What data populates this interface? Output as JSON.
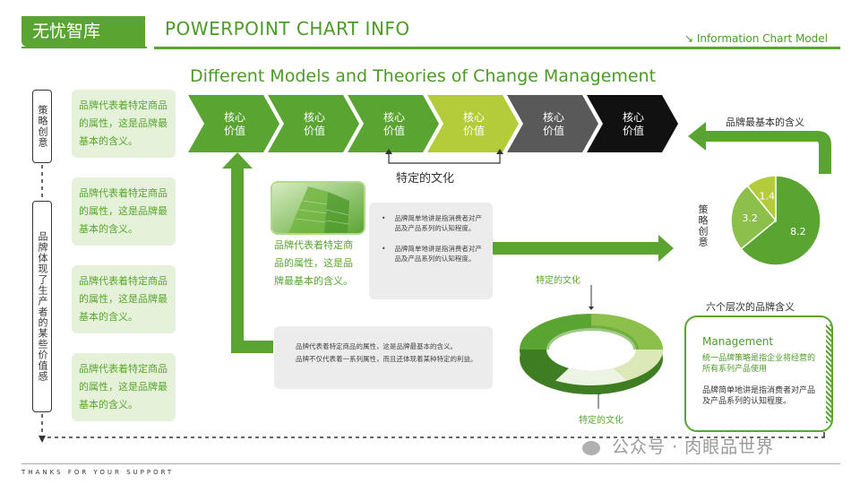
{
  "header": {
    "brand": "无忧智库",
    "title": "POWERPOINT CHART INFO",
    "subtitle": "Information Chart Model",
    "main_title": "Different Models and Theories of Change Management"
  },
  "left_vertical": {
    "top": "策略创意",
    "bottom": "品牌体现了生产者的某些价值感"
  },
  "left_boxes": [
    "品牌代表着特定商品的属性，这是品牌最基本的含义。",
    "品牌代表着特定商品的属性，这是品牌最基本的含义。",
    "品牌代表着特定商品的属性，这是品牌最基本的含义。",
    "品牌代表着特定商品的属性，这是品牌最基本的含义。"
  ],
  "chevrons": [
    {
      "label": "核心价值",
      "color": "#5aa532"
    },
    {
      "label": "核心价值",
      "color": "#5aa532"
    },
    {
      "label": "核心价值",
      "color": "#5aa532"
    },
    {
      "label": "核心价值",
      "color": "#b5cc3a"
    },
    {
      "label": "核心价值",
      "color": "#595959"
    },
    {
      "label": "核心价值",
      "color": "#111111"
    }
  ],
  "bracket_label": "特定的文化",
  "image_caption": "品牌代表着特定商品的属性，这是品牌最基本的含义。",
  "bullet_box": {
    "items": [
      "品牌简单地讲是指消费者对产品及产品系列的认知程度。",
      "品牌简单地讲是指消费者对产品及产品系列的认知程度。"
    ]
  },
  "bottom_box": {
    "line1": "品牌代表着特定商品的属性，这是品牌最基本的含义。",
    "line2": "品牌不仅代表着一系列属性，而且还体现着某种特定的利益。"
  },
  "donut": {
    "top_label": "特定的文化",
    "bottom_label": "特定的文化",
    "segment_colors": [
      "#5aa532",
      "#8cc04a",
      "#dce9b6",
      "#cfe2bd",
      "#3f7d22"
    ]
  },
  "pie": {
    "top_label": "品牌最基本的含义",
    "side_label": "策略创意",
    "chart_data": {
      "type": "pie",
      "values": [
        8.2,
        3.2,
        1.4
      ],
      "labels": [
        "8.2",
        "3.2",
        "1.4"
      ],
      "colors": [
        "#5aa532",
        "#8cc04a",
        "#b5cc3a"
      ]
    }
  },
  "management": {
    "section_label": "六个层次的品牌含义",
    "title": "Management",
    "line1": "统一品牌策略是指企业将经营的所有系列产品使用",
    "line2": "品牌简单地讲是指消费者对产品及产品系列的认知程度。"
  },
  "footer": "THANKS FOR YOUR SUPPORT",
  "watermark": "公众号 · 肉眼品世界"
}
